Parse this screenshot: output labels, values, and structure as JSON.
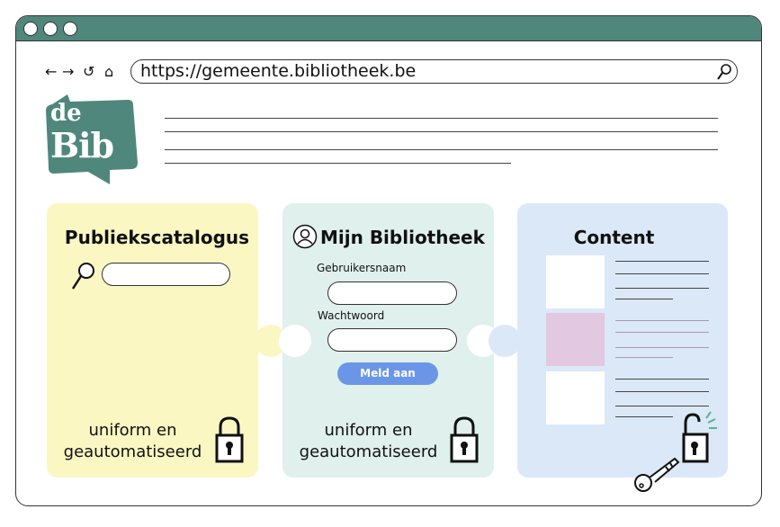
{
  "browser": {
    "url": "https://gemeente.bibliotheek.be",
    "nav_icons": [
      "back-arrow-icon",
      "forward-arrow-icon",
      "reload-icon",
      "home-icon"
    ]
  },
  "logo": {
    "text_top": "de",
    "text_bottom": "Bib"
  },
  "panels": {
    "catalog": {
      "title": "Publiekscatalogus",
      "footer_line1": "uniform en",
      "footer_line2": "geautomatiseerd"
    },
    "account": {
      "title": "Mijn Bibliotheek",
      "username_label": "Gebruikersnaam",
      "password_label": "Wachtwoord",
      "login_button": "Meld aan",
      "footer_line1": "uniform en",
      "footer_line2": "geautomatiseerd"
    },
    "content": {
      "title": "Content"
    }
  },
  "colors": {
    "brand": "#4f877d",
    "catalog": "#faf7c3",
    "account": "#e0f0ec",
    "content": "#dbe8f7",
    "button": "#6b96e8",
    "highlight": "#e2c8e0"
  }
}
